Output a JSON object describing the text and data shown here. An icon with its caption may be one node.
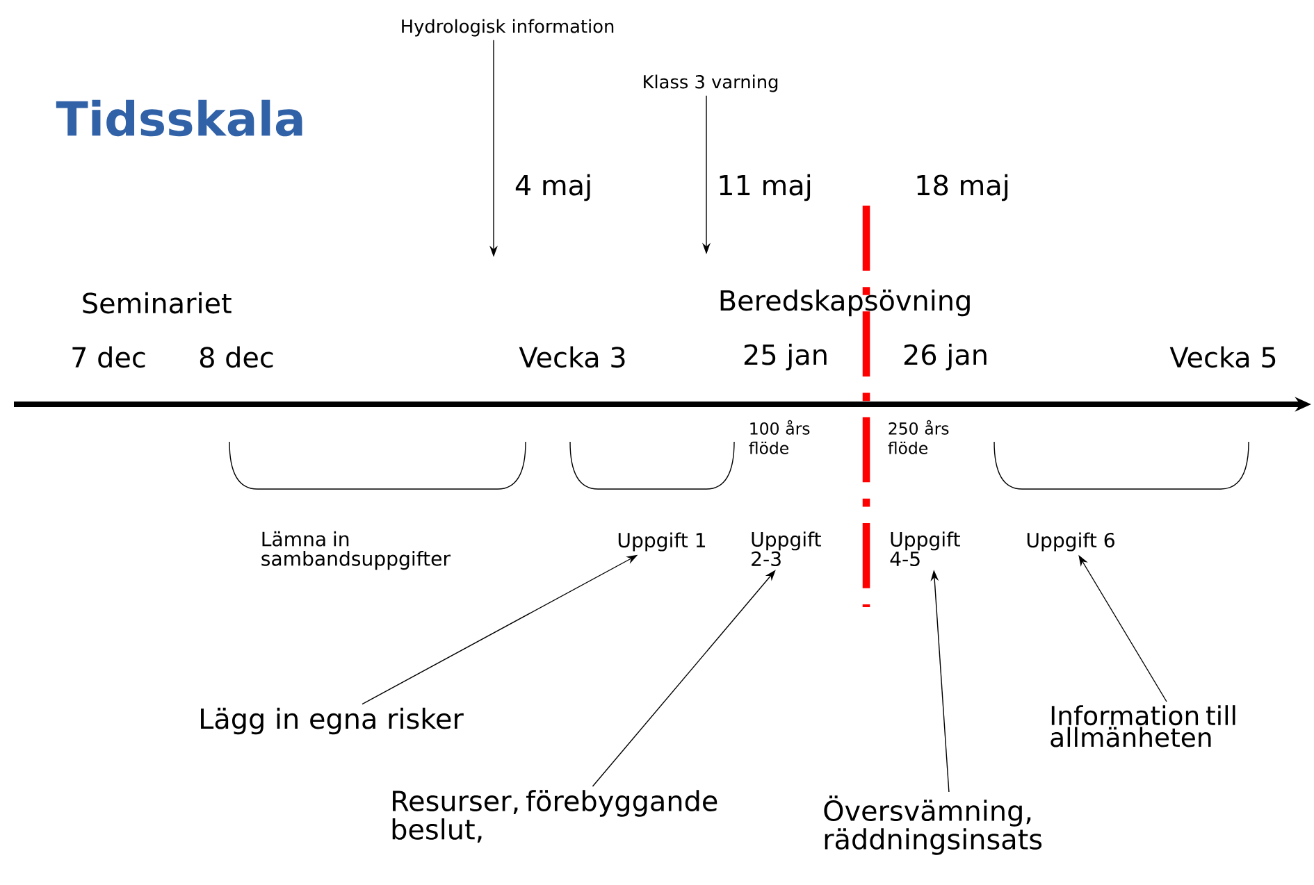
{
  "diagram": {
    "title": "Tidsskala",
    "nodes": [
      {
        "text": [
          "Hydrologisk information"
        ]
      },
      {
        "text": [
          "Klass 3 varning"
        ]
      },
      {
        "text": [
          "Uppgift 1"
        ]
      },
      {
        "text": [
          "Uppgift 2-3"
        ]
      },
      {
        "text": [
          "Uppgift 4-5"
        ]
      },
      {
        "text": [
          "Uppgift 6"
        ]
      },
      {
        "text": [
          "Lägg in egna risker"
        ]
      },
      {
        "text": [
          "Resurser, förebyggande beslut,"
        ]
      },
      {
        "text": [
          "Översvämning, räddningsinsats"
        ]
      },
      {
        "text": [
          "Information till allmänheten"
        ]
      }
    ],
    "edges": [
      {
        "from": 0,
        "to": null,
        "arrow": "to"
      },
      {
        "from": 1,
        "to": null,
        "arrow": "to"
      },
      {
        "from": 6,
        "to": 2,
        "arrow": "to"
      },
      {
        "from": 7,
        "to": 3,
        "arrow": "to"
      },
      {
        "from": 8,
        "to": 4,
        "arrow": "to"
      },
      {
        "from": 9,
        "to": 5,
        "arrow": "to"
      }
    ],
    "labels": [
      "4 maj",
      "11 maj",
      "18 maj",
      "Seminariet",
      "Beredskapsövning",
      "7 dec",
      "8 dec",
      "Vecka 3",
      "25 jan",
      "26 jan",
      "Vecka 5",
      "100 års flöde",
      "250 års flöde",
      "Lämna in sambandsuppgifter"
    ]
  }
}
